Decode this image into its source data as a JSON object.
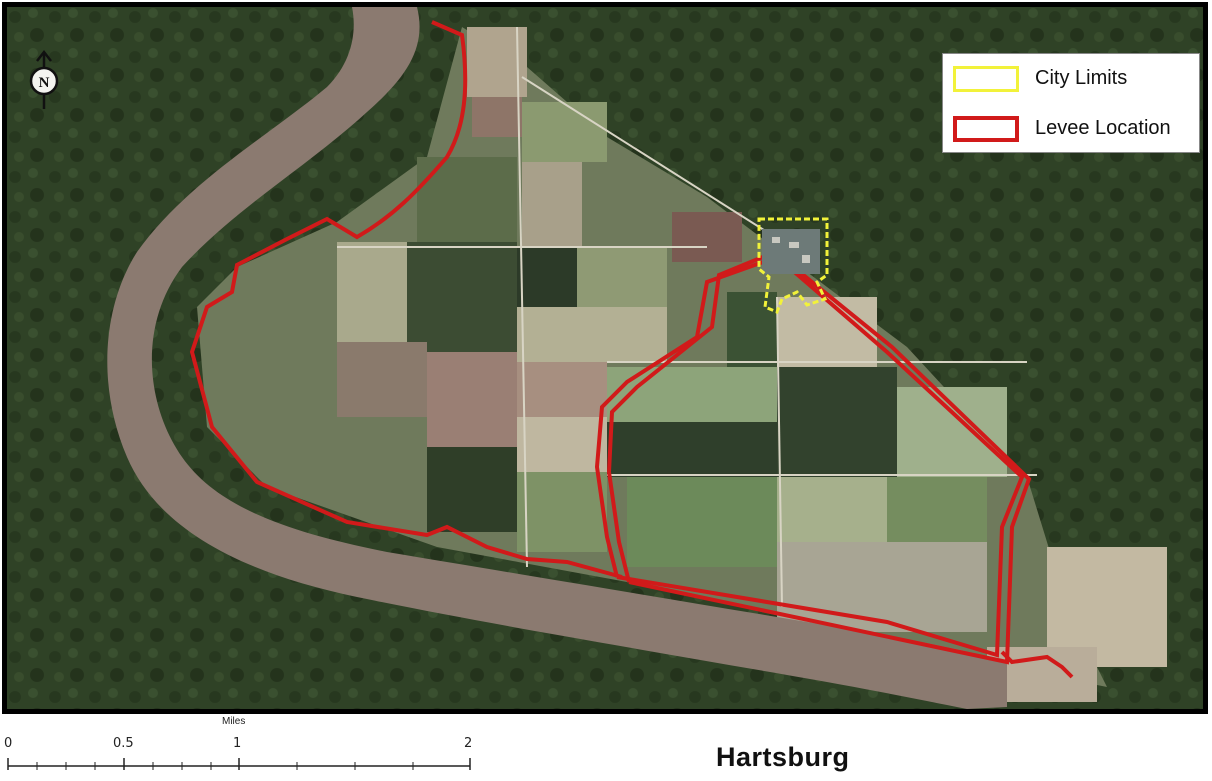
{
  "map": {
    "title": "Hartsburg",
    "legend": [
      {
        "label": "City Limits",
        "color": "#f2f23a",
        "style": "dashed"
      },
      {
        "label": "Levee Location",
        "color": "#d11a1a",
        "style": "solid"
      }
    ],
    "north_arrow": {
      "label": "N"
    },
    "scale": {
      "units": "Miles",
      "ticks": [
        "0",
        "0.5",
        "1",
        "2"
      ]
    },
    "colors": {
      "river": "#8b7a70",
      "forest": "#2f4226",
      "field_light": "#a8a58a",
      "field_dark": "#3e4a35",
      "levee": "#d11a1a",
      "city_limits": "#f2f23a"
    }
  }
}
